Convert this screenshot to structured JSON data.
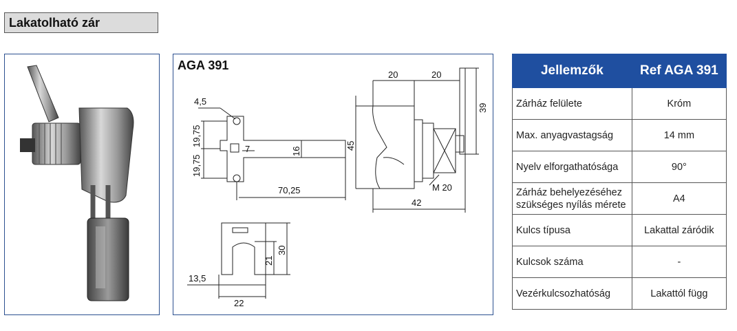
{
  "page_title": "Lakatolható zár",
  "drawing": {
    "model": "AGA 391",
    "dims": {
      "hole": "4,5",
      "upper_half": "19,75",
      "lower_half": "19,75",
      "square": "7",
      "tongue_width": "16",
      "tongue_length": "70,25",
      "height": "45",
      "top_left": "20",
      "top_right": "20",
      "cam_height": "39",
      "thread": "M 20",
      "depth": "42",
      "cut_width": "13,5",
      "cut_total": "22",
      "cut_inner": "21",
      "cut_outer": "30"
    }
  },
  "specs": {
    "header_property": "Jellemzők",
    "header_value": "Ref AGA 391",
    "rows": [
      {
        "property": "Zárház felülete",
        "value": "Króm"
      },
      {
        "property": "Max. anyagvastagság",
        "value": "14 mm"
      },
      {
        "property": "Nyelv elforgathatósága",
        "value": "90°"
      },
      {
        "property_line1": "Zárház behelyezéséhez",
        "property_line2": "szükséges nyílás mérete",
        "value": "A4"
      },
      {
        "property": "Kulcs típusa",
        "value": "Lakattal záródik"
      },
      {
        "property": "Kulcsok száma",
        "value": "-"
      },
      {
        "property": "Vezérkulcsozhatóság",
        "value": "Lakattól függ"
      }
    ]
  },
  "colors": {
    "accent": "#1f4fa0",
    "title_bg": "#dcdcdc"
  }
}
